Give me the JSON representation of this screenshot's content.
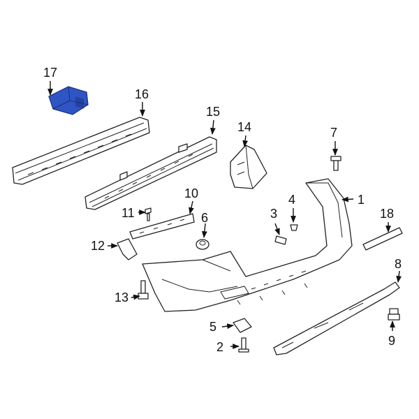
{
  "diagram": {
    "highlight_color": "#2f55c4",
    "line_color": "#222222",
    "callouts": [
      {
        "id": "c1",
        "label": "1"
      },
      {
        "id": "c2",
        "label": "2"
      },
      {
        "id": "c3",
        "label": "3"
      },
      {
        "id": "c4",
        "label": "4"
      },
      {
        "id": "c5",
        "label": "5"
      },
      {
        "id": "c6",
        "label": "6"
      },
      {
        "id": "c7",
        "label": "7"
      },
      {
        "id": "c8",
        "label": "8"
      },
      {
        "id": "c9",
        "label": "9"
      },
      {
        "id": "c10",
        "label": "10"
      },
      {
        "id": "c11",
        "label": "11"
      },
      {
        "id": "c12",
        "label": "12"
      },
      {
        "id": "c13",
        "label": "13"
      },
      {
        "id": "c14",
        "label": "14"
      },
      {
        "id": "c15",
        "label": "15"
      },
      {
        "id": "c16",
        "label": "16"
      },
      {
        "id": "c17",
        "label": "17"
      },
      {
        "id": "c18",
        "label": "18"
      }
    ]
  }
}
